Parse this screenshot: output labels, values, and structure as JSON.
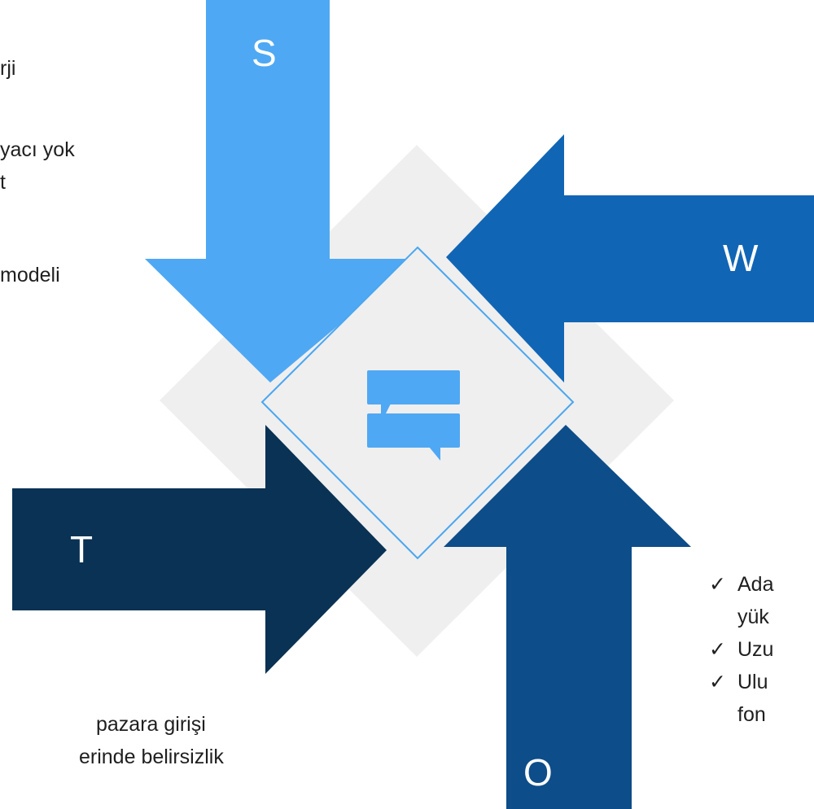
{
  "colors": {
    "background": "#ffffff",
    "diamond_back": "#efefef",
    "center_border": "#4aa6f0",
    "s_arrow": "#4fa8f3",
    "w_arrow": "#1165b5",
    "o_arrow": "#0d4d89",
    "t_arrow": "#093254",
    "icon": "#4fa8f3",
    "text": "#1f1f1f"
  },
  "center_icon": "chat-bubbles-icon",
  "quadrants": {
    "s": {
      "letter": "S"
    },
    "w": {
      "letter": "W"
    },
    "o": {
      "letter": "O"
    },
    "t": {
      "letter": "T"
    }
  },
  "left_items": [
    "rji",
    "yacı yok",
    "t",
    "modeli"
  ],
  "bottom_left_items": [
    "pazara girişi",
    "erinde belirsizlik"
  ],
  "right_check_mark": "✓",
  "right_items": [
    "Ada",
    "yük",
    "Uzu",
    "Ulu",
    "fon"
  ]
}
